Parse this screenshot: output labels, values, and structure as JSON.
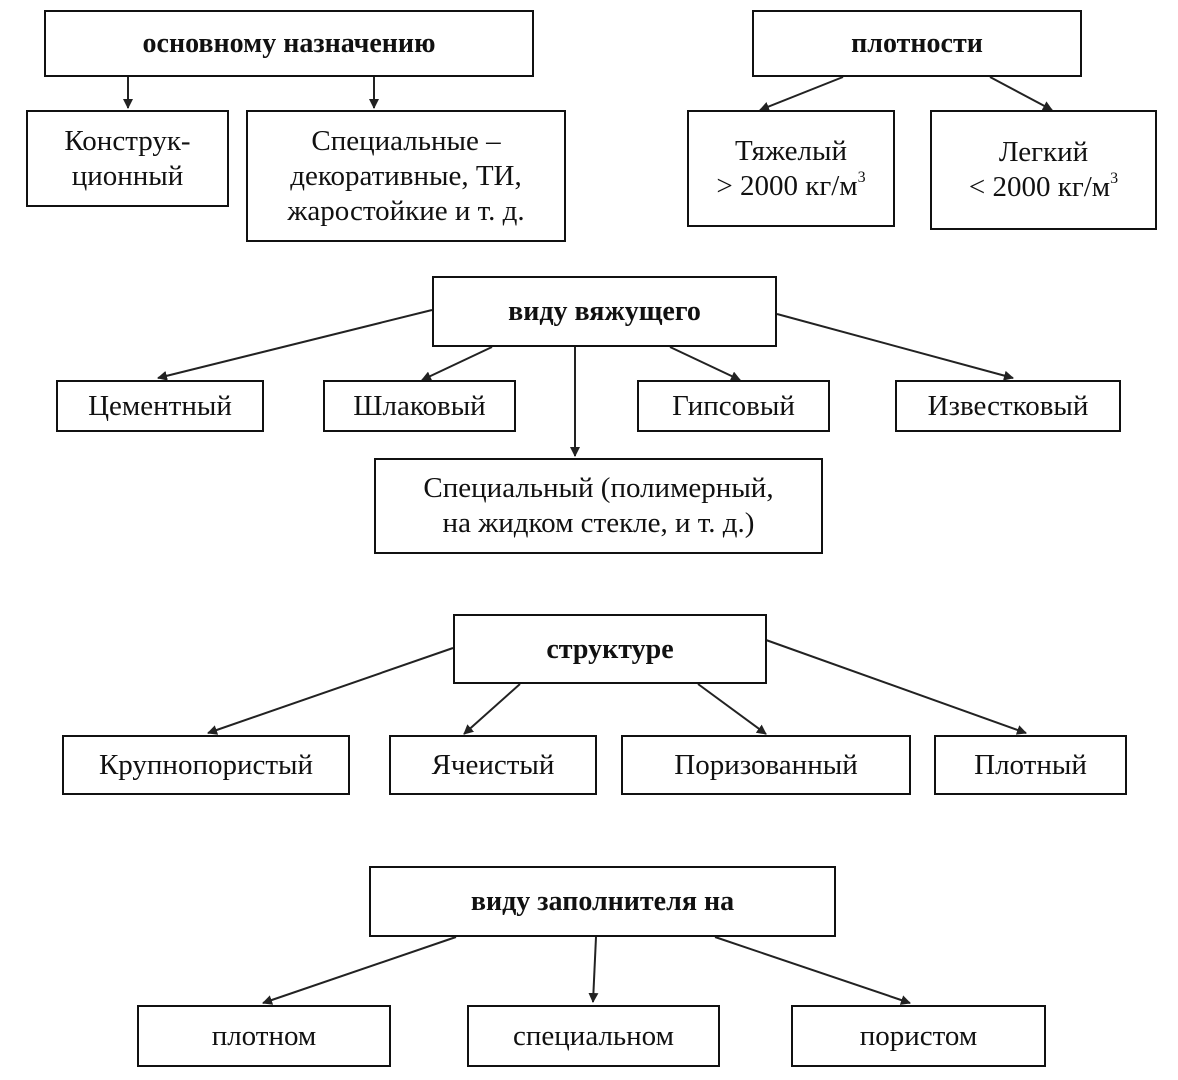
{
  "groups": {
    "purpose": {
      "title": "основному назначению",
      "items": [
        {
          "lines": [
            "Конструк-",
            "ционный"
          ]
        },
        {
          "lines": [
            "Специальные –",
            "декоративные, ТИ,",
            "жаростойкие и т. д."
          ]
        }
      ]
    },
    "density": {
      "title": "плотности",
      "items": [
        {
          "lines": [
            "Тяжелый"
          ],
          "value_prefix": "> 2000 кг/м",
          "value_sup": "3"
        },
        {
          "lines": [
            "Легкий"
          ],
          "value_prefix": "< 2000 кг/м",
          "value_sup": "3"
        }
      ]
    },
    "binder": {
      "title": "виду вяжущего",
      "items": [
        {
          "lines": [
            "Цементный"
          ]
        },
        {
          "lines": [
            "Шлаковый"
          ]
        },
        {
          "lines": [
            "Гипсовый"
          ]
        },
        {
          "lines": [
            "Известковый"
          ]
        },
        {
          "lines": [
            "Специальный (полимерный,",
            "на жидком стекле, и т. д.)"
          ]
        }
      ]
    },
    "structure": {
      "title": "структуре",
      "items": [
        {
          "lines": [
            "Крупнопористый"
          ]
        },
        {
          "lines": [
            "Ячеистый"
          ]
        },
        {
          "lines": [
            "Поризованный"
          ]
        },
        {
          "lines": [
            "Плотный"
          ]
        }
      ]
    },
    "filler": {
      "title": "виду заполнителя на",
      "items": [
        {
          "lines": [
            "плотном"
          ]
        },
        {
          "lines": [
            "специальном"
          ]
        },
        {
          "lines": [
            "пористом"
          ]
        }
      ]
    }
  }
}
